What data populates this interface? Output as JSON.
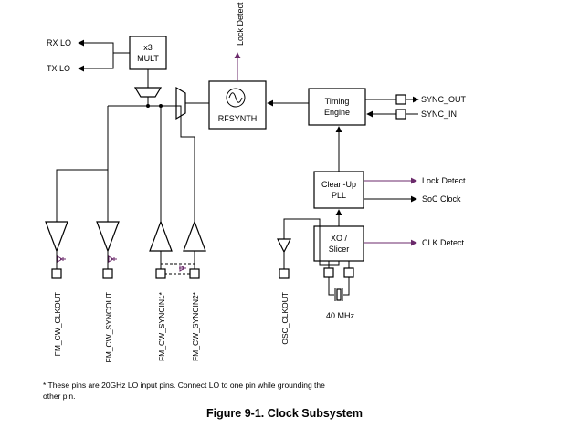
{
  "colors": {
    "line": "#000000",
    "accent": "#6b2a6b",
    "background": "#ffffff"
  },
  "blocks": {
    "mult": [
      "x3",
      "MULT"
    ],
    "rfsynth": "RFSYNTH",
    "timing": [
      "Timing",
      "Engine"
    ],
    "pll": [
      "Clean-Up",
      "PLL"
    ],
    "xo": [
      "XO /",
      "Slicer"
    ]
  },
  "outputs": {
    "rx_lo": "RX LO",
    "tx_lo": "TX LO",
    "lock_detect_top": "Lock Detect",
    "sync_out": "SYNC_OUT",
    "sync_in": "SYNC_IN",
    "lock_detect": "Lock Detect",
    "soc_clock": "SoC Clock",
    "clk_detect": "CLK Detect"
  },
  "pins": [
    "FM_CW_CLKOUT",
    "FM_CW_SYNCOUT",
    "FM_CW_SYNCIN1*",
    "FM_CW_SYNCIN2*",
    "OSC_CLKOUT"
  ],
  "crystal": "40 MHz",
  "icons": [
    "diode-icon",
    "crystal-icon",
    "sine-wave-icon",
    "arrow-icon"
  ],
  "footnote": "* These pins are 20GHz LO input pins. Connect LO to one pin while grounding the other pin.",
  "caption": "Figure 9-1. Clock Subsystem"
}
